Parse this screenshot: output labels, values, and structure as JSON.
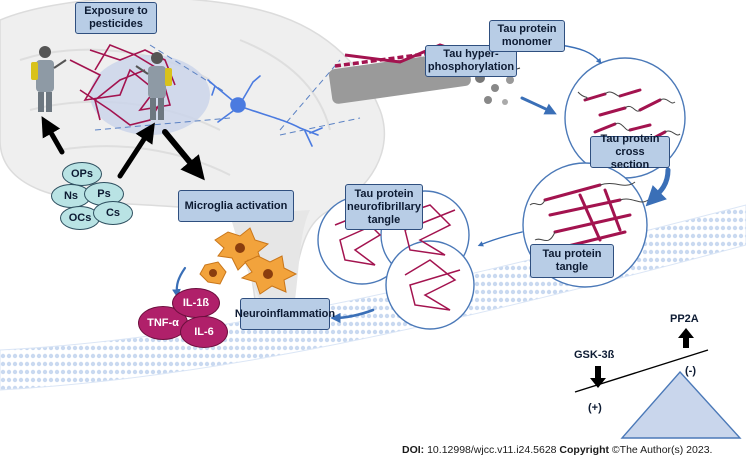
{
  "labels": {
    "exposure": "Exposure to\npesticides",
    "hyperphosphorylation": "Tau hyper-\nphosphorylation",
    "monomer": "Tau protein\nmonomer",
    "cross_section": "Tau protein\ncross section",
    "tangle": "Tau protein\ntangle",
    "neurofibrillary": "Tau protein\nneurofibrillary\ntangle",
    "microglia": "Microglia activation",
    "neuroinflammation": "Neuroinflammation"
  },
  "pesticides": {
    "ops": "OPs",
    "ns": "Ns",
    "ps": "Ps",
    "ocs": "OCs",
    "cs": "Cs"
  },
  "cytokines": {
    "il1b": "IL-1ß",
    "tnfa": "TNF-α",
    "il6": "IL-6"
  },
  "balance": {
    "gsk": "GSK-3ß",
    "pp2a": "PP2A",
    "plus": "(+)",
    "minus": "(-)"
  },
  "footer": {
    "doi_label": "DOI:",
    "doi": "10.12998/wjcc.v11.i24.5628",
    "copyright_label": "Copyright",
    "copyright": "©The Author(s) 2023."
  },
  "colors": {
    "box_fill": "#b8cde6",
    "tau": "#a3134f",
    "arrow_blue": "#3a6fb7",
    "oval_fill": "#b9e3e4",
    "cytokine": "#b0206a"
  }
}
